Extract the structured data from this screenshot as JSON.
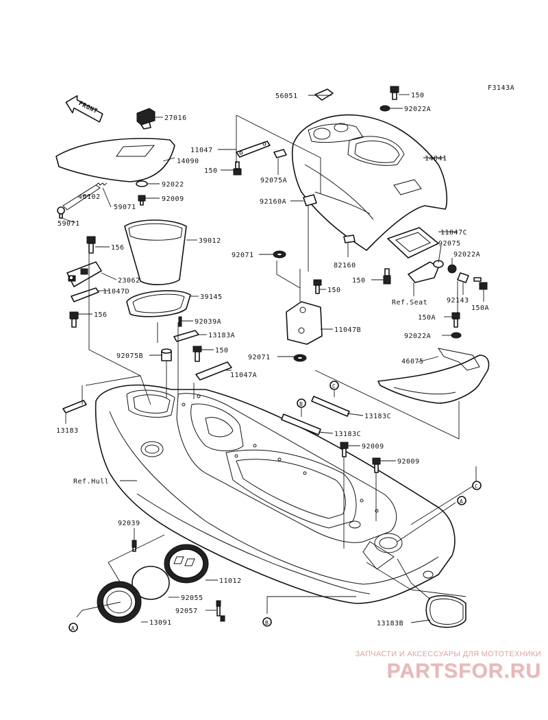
{
  "diagram_code": "F3143A",
  "front_label": "FRONT",
  "callouts": {
    "A": "A",
    "B": "B",
    "C": "C"
  },
  "part_numbers": {
    "p56051": "56051",
    "p150_top": "150",
    "p92022A_top": "92022A",
    "p27016": "27016",
    "p11047": "11047",
    "p14041": "14041",
    "p14090": "14090",
    "p150_left": "150",
    "p92075A": "92075A",
    "p92022": "92022",
    "p92009_upper": "92009",
    "p92160A": "92160A",
    "p46102": "46102",
    "p59071_right": "59071",
    "p59071_left": "59071",
    "p11047C": "11047C",
    "p156_upper": "156",
    "p39012": "39012",
    "p92075": "92075",
    "p92071_upper": "92071",
    "p82160": "82160",
    "p92022A_right": "92022A",
    "p150_seat": "150",
    "p23062": "23062",
    "p11047D": "11047D",
    "p150_mid": "150",
    "p92143": "92143",
    "p150A_right": "150A",
    "p39145": "39145",
    "ref_seat": "Ref.Seat",
    "p156_lower": "156",
    "p150A_mid": "150A",
    "p92039A": "92039A",
    "p11047B": "11047B",
    "p13183A": "13183A",
    "p92022A_lower": "92022A",
    "p92075B": "92075B",
    "p150_lower": "150",
    "p92071_lower": "92071",
    "p46075": "46075",
    "p11047A": "11047A",
    "p13183": "13183",
    "p13183C_upper": "13183C",
    "p13183C_lower": "13183C",
    "p92009_center": "92009",
    "p92009_right": "92009",
    "ref_hull": "Ref.Hull",
    "p92039": "92039",
    "p11012": "11012",
    "p92055": "92055",
    "p92057": "92057",
    "p13091": "13091",
    "p13183B": "13183B"
  },
  "watermark": {
    "tagline": "ЗАПЧАСТИ И АКСЕССУАРЫ ДЛЯ МОТОТЕХНИКИ",
    "logo": "PARTSFOR.RU"
  }
}
